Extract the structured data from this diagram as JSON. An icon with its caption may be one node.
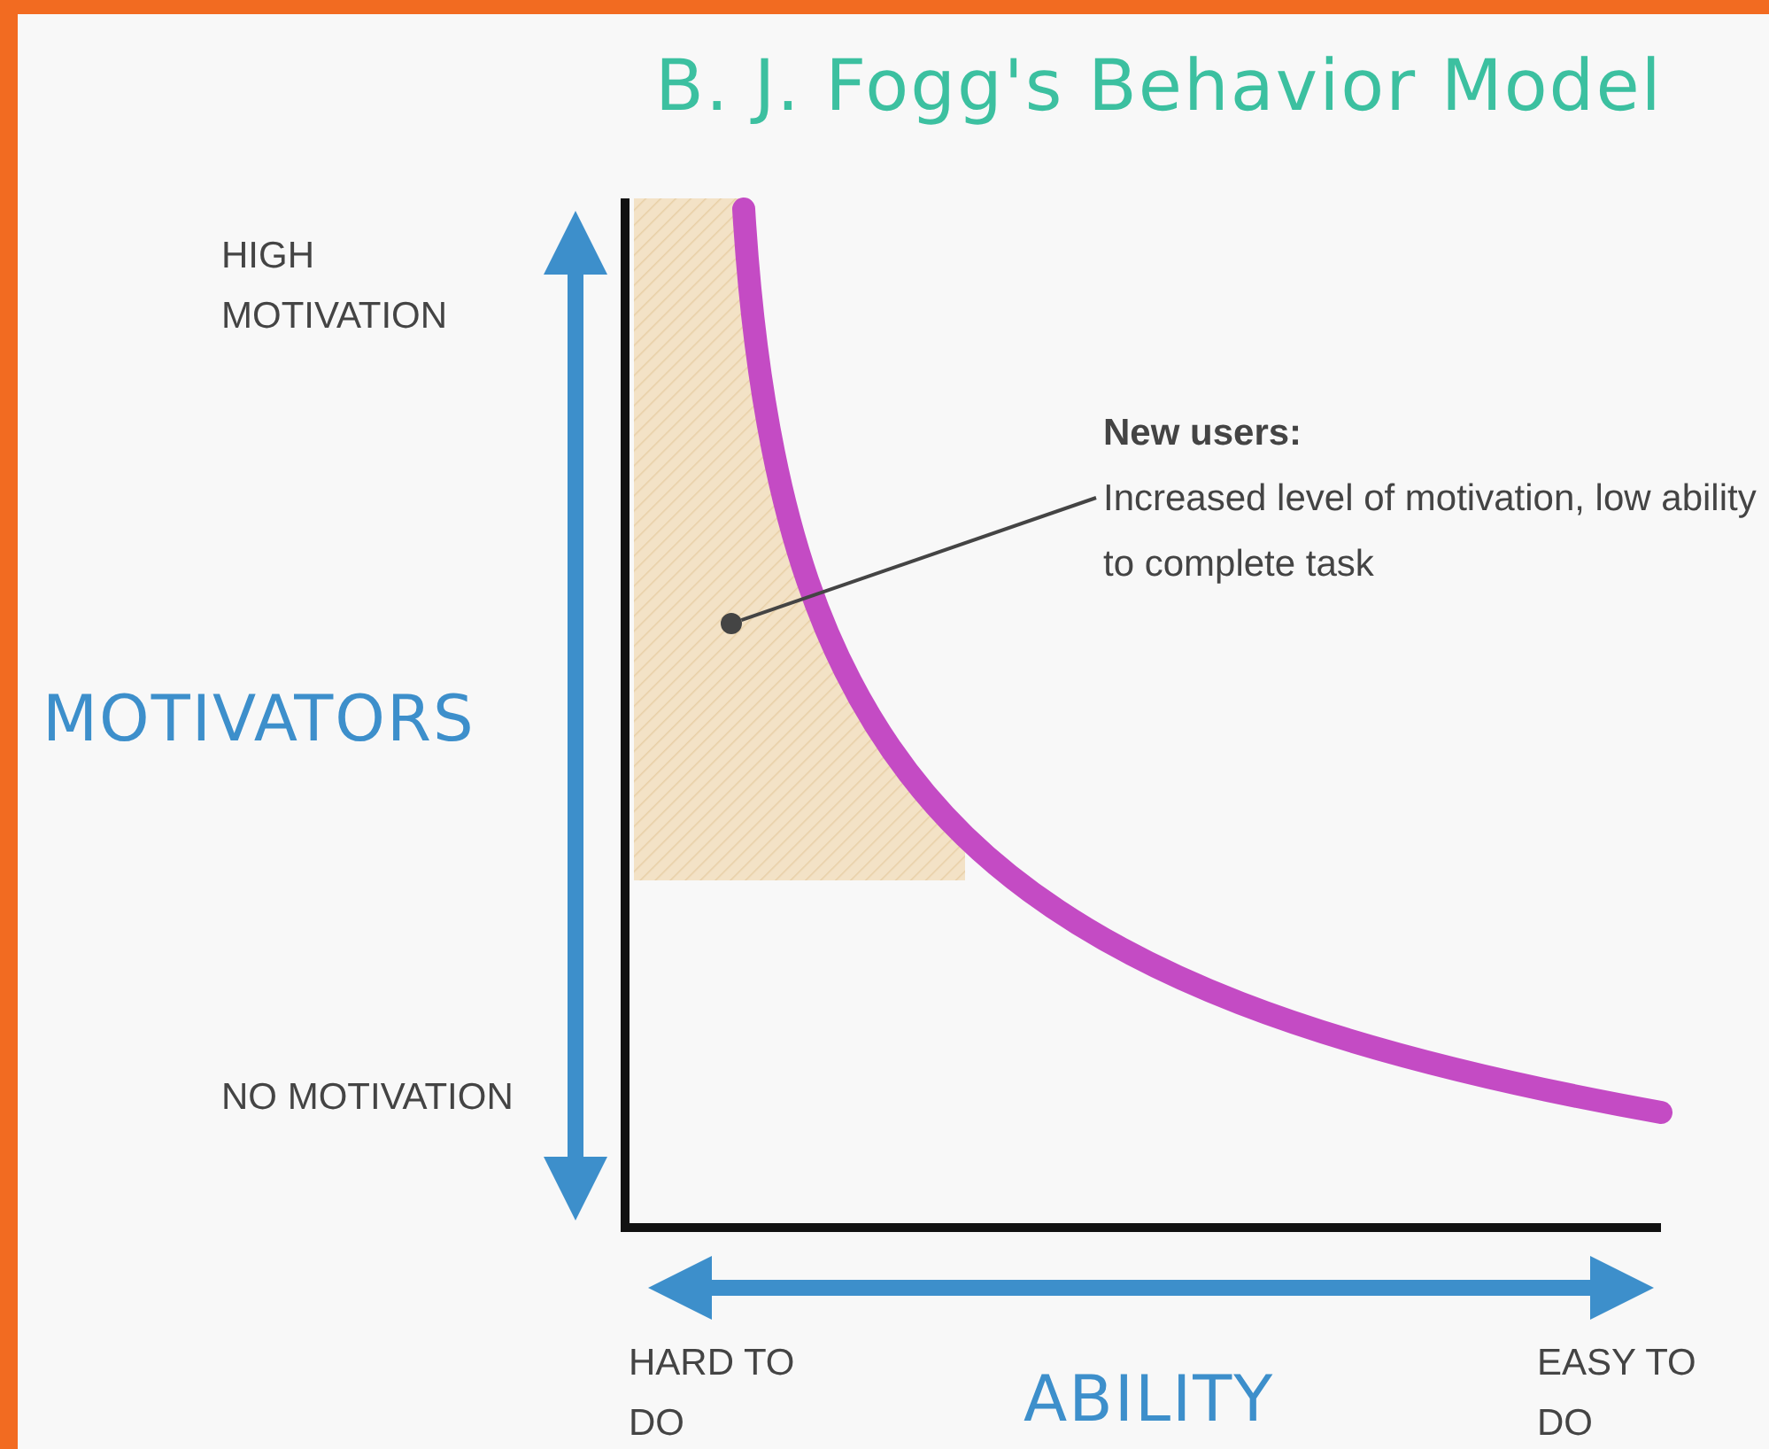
{
  "diagram": {
    "title": "B. J. Fogg's Behavior Model",
    "nodes": [
      {
        "text": [
          "New users:",
          "Increased level of motivation, low ability to complete task"
        ]
      },
      {
        "text": [],
        "shape": "circle"
      }
    ],
    "edges": [
      {
        "from": 0,
        "to": 1,
        "arrow": "none"
      }
    ],
    "labels": [
      "HIGH MOTIVATION",
      "MOTIVATORS",
      "NO MOTIVATION",
      "HARD TO DO",
      "ABILITY",
      "EASY TO DO"
    ]
  }
}
